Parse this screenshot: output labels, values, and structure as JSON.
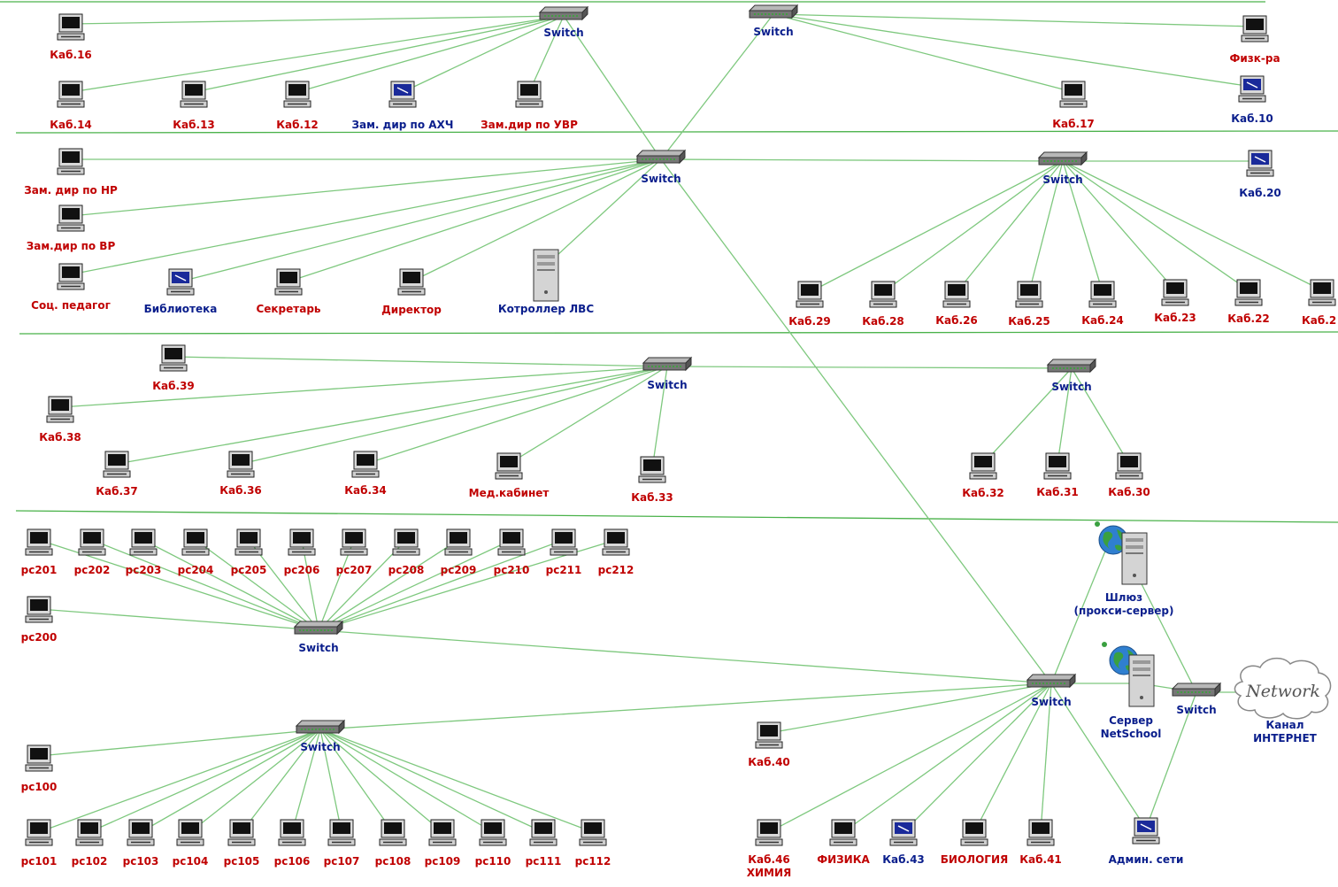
{
  "switch_label": "Switch",
  "cloud": {
    "label": "Network",
    "caption1": "Канал",
    "caption2": "ИНТЕРНЕТ"
  },
  "nodes": {
    "sw1": "Switch",
    "sw2": "Switch",
    "sw3": "Switch",
    "sw4": "Switch",
    "sw5": "Switch",
    "sw6": "Switch",
    "sw7": "Switch",
    "sw8": "Switch",
    "sw9": "Switch",
    "sw10": "Switch",
    "k16": "Каб.16",
    "k14": "Каб.14",
    "k13": "Каб.13",
    "k12": "Каб.12",
    "zahch": "Зам. дир по АХЧ",
    "zuvr": "Зам.дир по УВР",
    "fizra": "Физк-ра",
    "k17": "Каб.17",
    "k10": "Каб.10",
    "znr": "Зам. дир по НР",
    "zvr": "Зам.дир по ВР",
    "socped": "Соц. педагог",
    "bibl": "Библиотека",
    "sekr": "Секретарь",
    "dir": "Директор",
    "ctrl": "Котроллер ЛВС",
    "k20": "Каб.20",
    "k29": "Каб.29",
    "k28": "Каб.28",
    "k26": "Каб.26",
    "k25": "Каб.25",
    "k24": "Каб.24",
    "k23": "Каб.23",
    "k22": "Каб.22",
    "k21": "Каб.2",
    "k39": "Каб.39",
    "k38": "Каб.38",
    "k37": "Каб.37",
    "k36": "Каб.36",
    "k34": "Каб.34",
    "med": "Мед.кабинет",
    "k33": "Каб.33",
    "k32": "Каб.32",
    "k31": "Каб.31",
    "k30": "Каб.30",
    "pc200": "pc200",
    "pc201": "pc201",
    "pc202": "pc202",
    "pc203": "pc203",
    "pc204": "pc204",
    "pc205": "pc205",
    "pc206": "pc206",
    "pc207": "pc207",
    "pc208": "pc208",
    "pc209": "pc209",
    "pc210": "pc210",
    "pc211": "pc211",
    "pc212": "pc212",
    "pc100": "pc100",
    "pc101": "pc101",
    "pc102": "pc102",
    "pc103": "pc103",
    "pc104": "pc104",
    "pc105": "pc105",
    "pc106": "pc106",
    "pc107": "pc107",
    "pc108": "pc108",
    "pc109": "pc109",
    "pc110": "pc110",
    "pc111": "pc111",
    "pc112": "pc112",
    "gw1": "Шлюз",
    "gw2": "(прокси-сервер)",
    "srv1": "Сервер",
    "srv2": "NetSchool",
    "k40": "Каб.40",
    "k46": "Каб.46",
    "himiya": "ХИМИЯ",
    "fizika": "ФИЗИКА",
    "k43": "Каб.43",
    "biol": "БИОЛОГИЯ",
    "k41": "Каб.41",
    "admin": "Админ. сети"
  }
}
